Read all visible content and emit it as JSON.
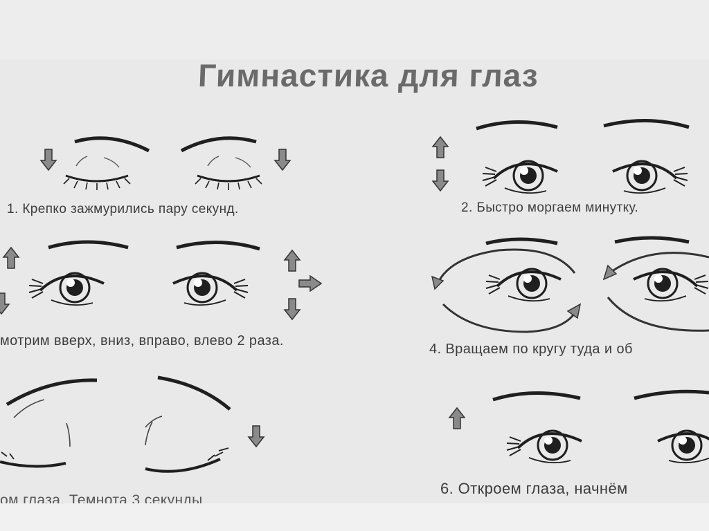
{
  "title": "Гимнастика для глаз",
  "exercises": [
    {
      "caption": "1. Крепко зажмурились пару секунд."
    },
    {
      "caption": "2. Быстро моргаем минутку."
    },
    {
      "caption": "мотрим вверх, вниз, вправо, влево 2 раза."
    },
    {
      "caption": "4. Вращаем по кругу туда и об"
    },
    {
      "caption": "ом глаза. Темнота 3 секунды"
    },
    {
      "caption": "6. Откроем глаза, начнём"
    }
  ],
  "colors": {
    "paper": "#e9e9e9",
    "ink": "#1f1f1f",
    "arrow_fill": "#8a8a8a",
    "title": "#6a6a6a"
  },
  "icons": [
    "arrow-up-icon",
    "arrow-down-icon",
    "arrow-right-icon",
    "circular-arrow-icon",
    "closed-eye-icon",
    "open-eye-icon",
    "eyebrow-icon"
  ]
}
